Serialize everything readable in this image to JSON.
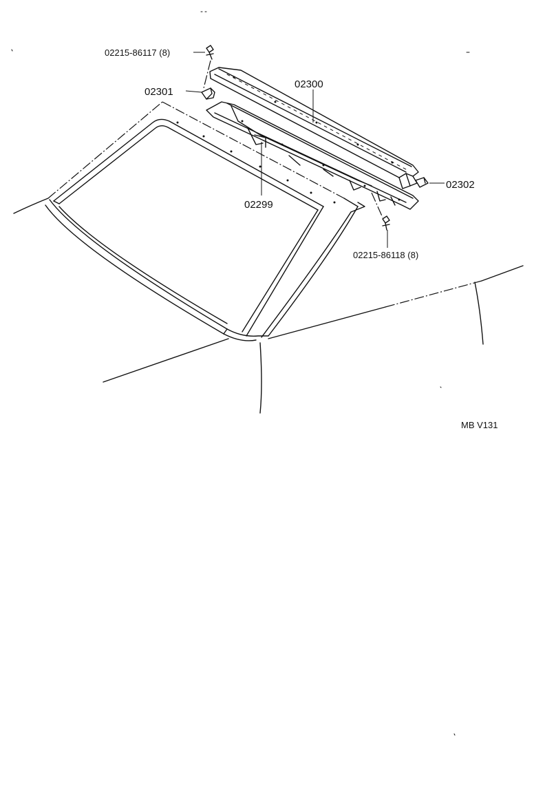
{
  "parts": {
    "bolt_upper": "02215-86117 (8)",
    "bracket_left": "02301",
    "cowl_top": "02300",
    "bracket_right": "02302",
    "cowl_inner": "02299",
    "bolt_lower": "02215-86118 (8)"
  },
  "figure_code": "MB V131"
}
